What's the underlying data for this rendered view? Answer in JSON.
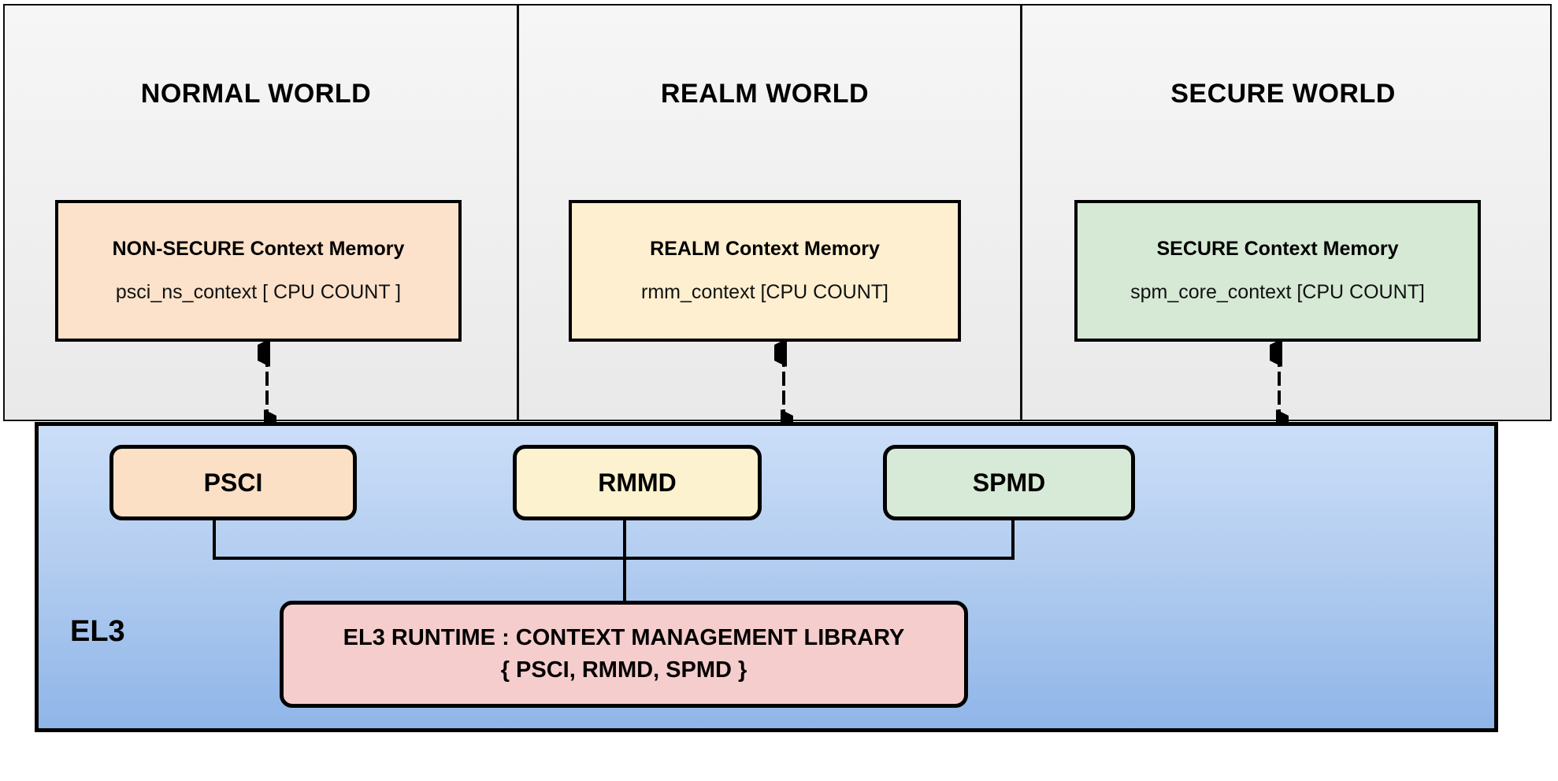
{
  "diagram": {
    "worlds": [
      {
        "id": "normal",
        "title": "NORMAL WORLD",
        "context_box": {
          "title": "NON-SECURE Context Memory",
          "subtitle": "psci_ns_context  [ CPU COUNT ]",
          "fill": "#fce2cb"
        },
        "dispatcher": {
          "label": "PSCI",
          "fill": "#fbe0c6"
        }
      },
      {
        "id": "realm",
        "title": "REALM WORLD",
        "context_box": {
          "title": "REALM Context Memory",
          "subtitle": "rmm_context [CPU COUNT]",
          "fill": "#fdefcf"
        },
        "dispatcher": {
          "label": "RMMD",
          "fill": "#fdf2cf"
        }
      },
      {
        "id": "secure",
        "title": "SECURE WORLD",
        "context_box": {
          "title": "SECURE Context Memory",
          "subtitle": "spm_core_context  [CPU COUNT]",
          "fill": "#d5e9d5"
        },
        "dispatcher": {
          "label": "SPMD",
          "fill": "#d7ead7"
        }
      }
    ],
    "el3": {
      "label": "EL3",
      "fill_top": "#cbdef8",
      "fill_bottom": "#8fb5e8",
      "runtime": {
        "line1": "EL3 RUNTIME : CONTEXT MANAGEMENT LIBRARY",
        "line2": "{ PSCI, RMMD, SPMD }",
        "fill": "#f6cdcd"
      }
    },
    "arrows": {
      "style": "dashed-bidirectional",
      "color": "#000000"
    }
  }
}
